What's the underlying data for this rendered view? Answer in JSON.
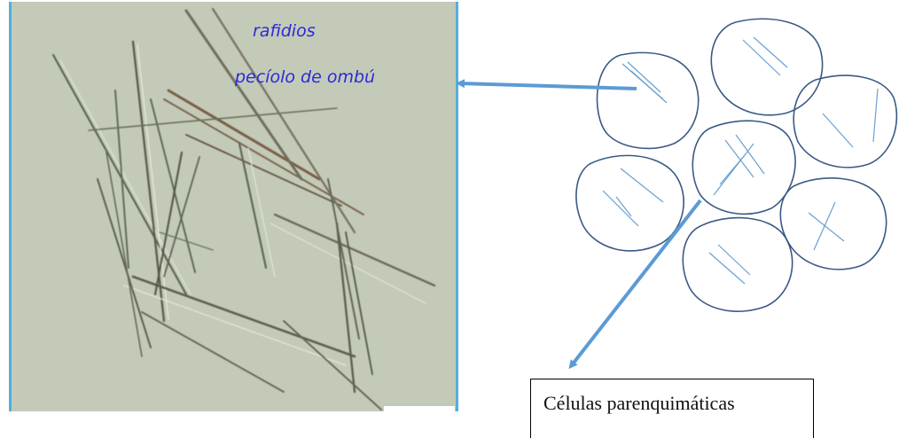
{
  "micrograph": {
    "caption_1": "rafidios",
    "caption_2": "pecíolo de ombú",
    "background_color": "#c3cbb8",
    "border_color": "#53aee0",
    "caption_color": "#2a2ad8"
  },
  "diagram": {
    "cell_stroke_color": "#3a5a84",
    "raphide_color": "#6aa0d2",
    "arrow_color": "#5b9bd5",
    "label": "Células parenquimáticas"
  }
}
